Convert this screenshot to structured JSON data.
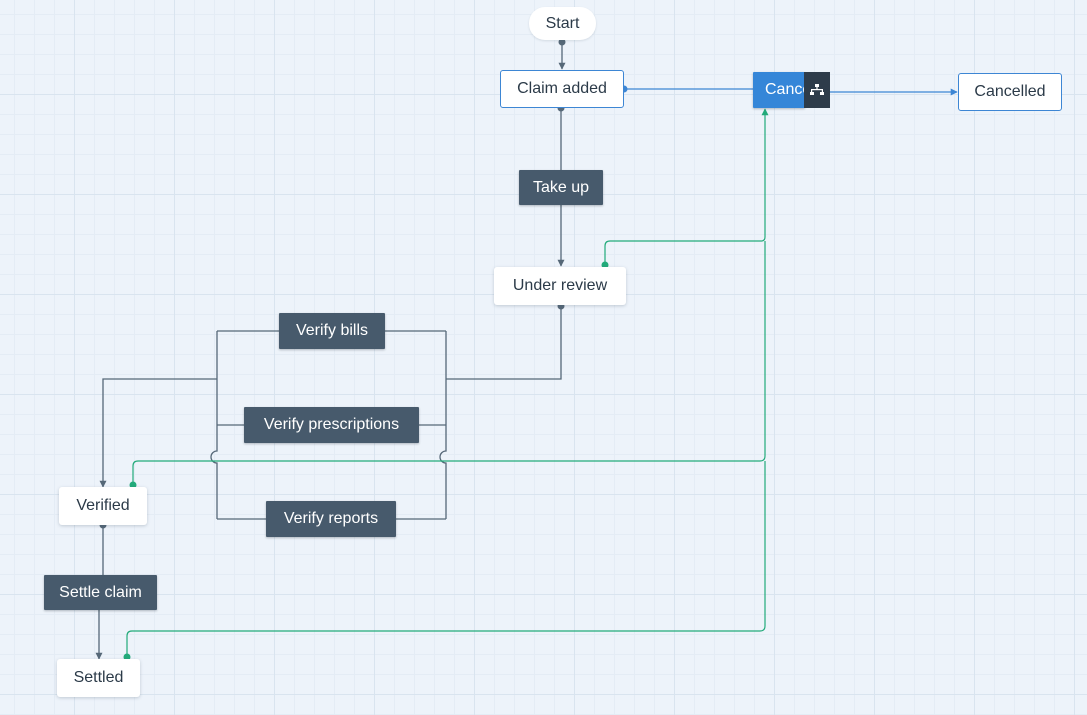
{
  "colors": {
    "state_line": "#566878",
    "cancel_line": "#22aa7a",
    "selected_line": "#3d86d4",
    "transition_fill": "#475a6c",
    "selected_fill": "#3586d8"
  },
  "states": {
    "start": "Start",
    "claim_added": "Claim added",
    "under_review": "Under review",
    "verified": "Verified",
    "settled": "Settled",
    "cancelled": "Cancelled"
  },
  "transitions": {
    "take_up": "Take up",
    "verify_bills": "Verify bills",
    "verify_prescriptions": "Verify prescriptions",
    "verify_reports": "Verify reports",
    "settle_claim": "Settle claim",
    "cancel": "Cancel"
  },
  "toolbar": {
    "icon": "hierarchy-icon"
  }
}
